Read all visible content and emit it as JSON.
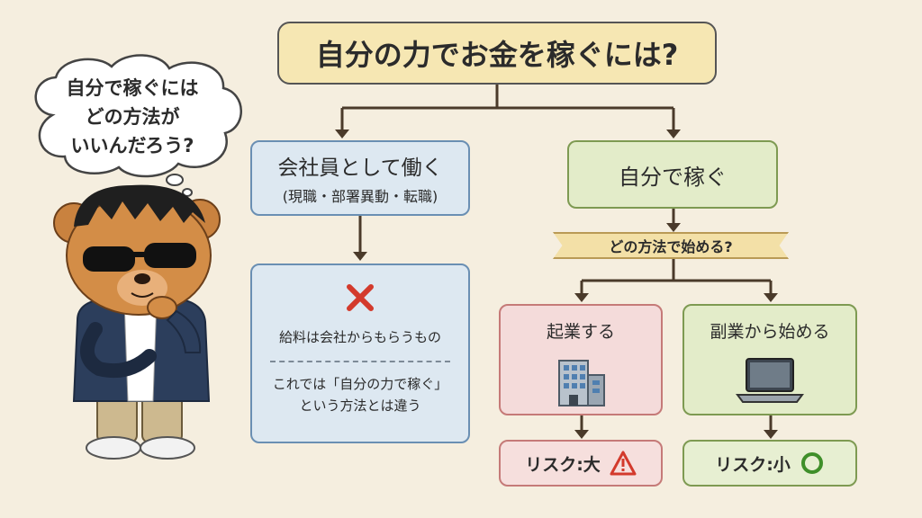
{
  "title": "自分の力でお金を稼ぐには?",
  "thought": {
    "line1": "自分で稼ぐには",
    "line2": "どの方法が",
    "line3": "いいんだろう?"
  },
  "company": {
    "label": "会社員として働く",
    "sub": "(現職・部署異動・転職)"
  },
  "negative": {
    "line1": "給料は会社からもらうもの",
    "line2": "これでは「自分の力で稼ぐ」",
    "line3": "という方法とは違う"
  },
  "self": {
    "label": "自分で稼ぐ"
  },
  "question": "どの方法で始める?",
  "startup": {
    "label": "起業する",
    "risk": "リスク:大"
  },
  "sidejob": {
    "label": "副業から始める",
    "risk": "リスク:小"
  },
  "colors": {
    "background": "#f5eedf",
    "title_fill": "#f6e7b3",
    "blue_fill": "#dde8f1",
    "green_fill": "#e3ecc9",
    "pink_fill": "#f4dbda",
    "cross": "#d33a2c",
    "circle": "#3f8f2a"
  },
  "icons": [
    "cross-icon",
    "building-icon",
    "laptop-icon",
    "warning-icon",
    "circle-icon"
  ]
}
